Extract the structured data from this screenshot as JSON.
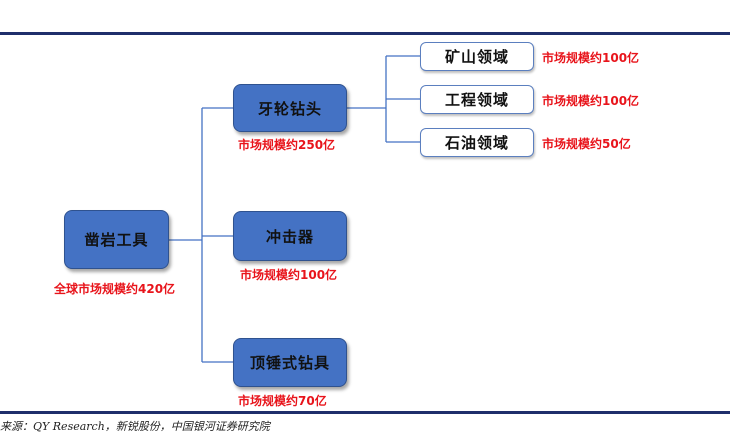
{
  "root": {
    "title": "凿岩工具",
    "market": "全球市场规模约420亿"
  },
  "branches": {
    "tooth_bit": {
      "title": "牙轮钻头",
      "market": "市场规模约250亿"
    },
    "impactor": {
      "title": "冲击器",
      "market": "市场规模约100亿"
    },
    "top_hammer": {
      "title": "顶锤式钻具",
      "market": "市场规模约70亿"
    }
  },
  "leaves": {
    "mining": {
      "title": "矿山领域",
      "market": "市场规模约100亿"
    },
    "engineering": {
      "title": "工程领域",
      "market": "市场规模约100亿"
    },
    "petroleum": {
      "title": "石油领域",
      "market": "市场规模约50亿"
    }
  },
  "source": "来源：QY Research，新锐股份，中国银河证券研究院",
  "colors": {
    "node_fill": "#4472c4",
    "connector": "#4472c4",
    "market_text": "#e8141b",
    "rule": "#1f2f6b"
  }
}
